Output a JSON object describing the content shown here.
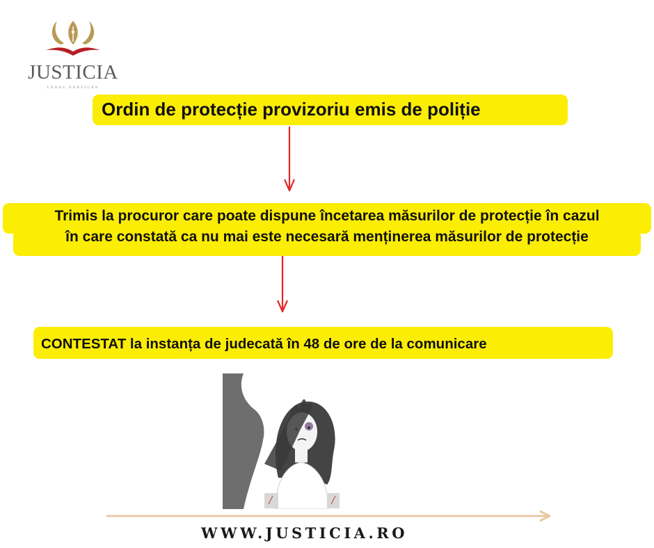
{
  "logo": {
    "brand": "JUSTICIA",
    "tagline": "LEGAL SERVICES"
  },
  "flow": {
    "step1": "Ordin de protecție provizoriu emis de poliție",
    "step2_line1": "Trimis la procuror care poate dispune încetarea măsurilor de protecție în cazul",
    "step2_line2": "în care constată ca nu mai este necesară menținerea măsurilor de protecție",
    "step3": "CONTESTAT la instanța de judecată  în 48 de ore de la comunicare"
  },
  "colors": {
    "highlight": "#fbed04",
    "arrow": "#e32626",
    "timeline": "#e8c9a4",
    "logo_gold": "#b99a55",
    "logo_red": "#b51f24"
  },
  "footer": {
    "url": "WWW.JUSTICIA.RO"
  }
}
